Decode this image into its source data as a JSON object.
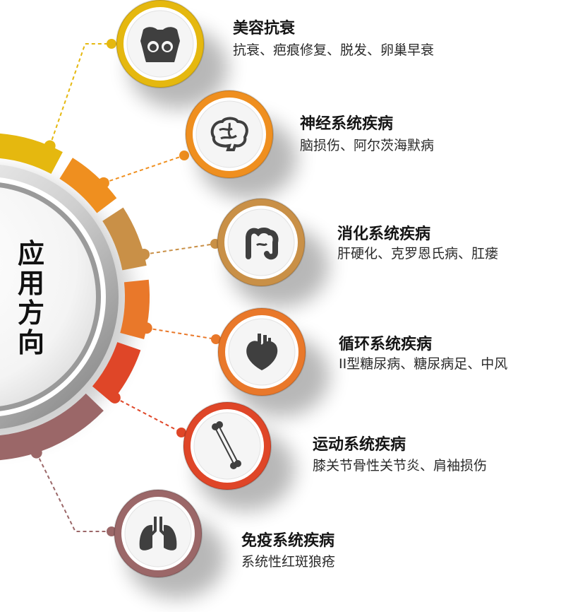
{
  "center_title": [
    "应",
    "用",
    "方",
    "向"
  ],
  "items": [
    {
      "title": "美容抗衰",
      "desc": "抗衰、疤痕修复、脱发、卵巢早衰",
      "icon": "torso-icon",
      "color": "#e5b80f"
    },
    {
      "title": "神经系统疾病",
      "desc": "脑损伤、阿尔茨海默病",
      "icon": "brain-icon",
      "color": "#ef8f1f"
    },
    {
      "title": "消化系统疾病",
      "desc": "肝硬化、克罗恩氏病、肛瘘",
      "icon": "intestine-icon",
      "color": "#c99047"
    },
    {
      "title": "循环系统疾病",
      "desc": "II型糖尿病、糖尿病足、中风",
      "icon": "heart-icon",
      "color": "#e9782a"
    },
    {
      "title": "运动系统疾病",
      "desc": "膝关节骨性关节炎、肩袖损伤",
      "icon": "bone-icon",
      "color": "#df4628"
    },
    {
      "title": "免疫系统疾病",
      "desc": "系统性红斑狼疮",
      "icon": "lungs-icon",
      "color": "#9b6768"
    }
  ]
}
